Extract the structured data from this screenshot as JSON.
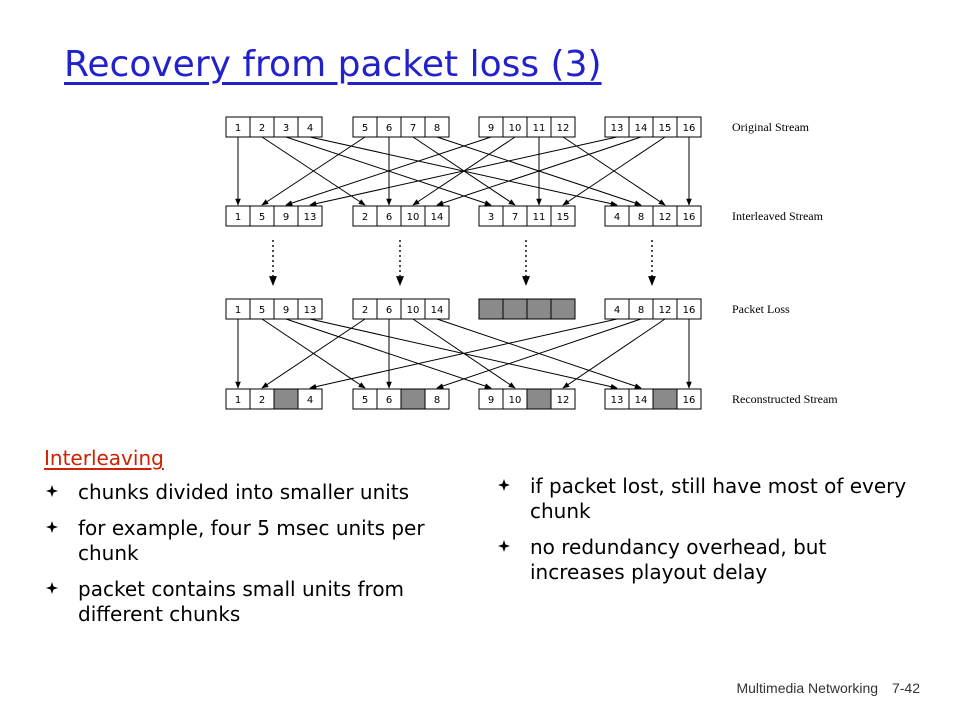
{
  "title": "Recovery from packet loss (3)",
  "colors": {
    "title": "#2222cc",
    "heading": "#cc2200",
    "lost": "#8a8a8a"
  },
  "diagram": {
    "rows": [
      {
        "label": "Original Stream",
        "groups": [
          [
            "1",
            "2",
            "3",
            "4"
          ],
          [
            "5",
            "6",
            "7",
            "8"
          ],
          [
            "9",
            "10",
            "11",
            "12"
          ],
          [
            "13",
            "14",
            "15",
            "16"
          ]
        ]
      },
      {
        "label": "Interleaved Stream",
        "groups": [
          [
            "1",
            "5",
            "9",
            "13"
          ],
          [
            "2",
            "6",
            "10",
            "14"
          ],
          [
            "3",
            "7",
            "11",
            "15"
          ],
          [
            "4",
            "8",
            "12",
            "16"
          ]
        ]
      },
      {
        "label": "Packet Loss",
        "groups": [
          [
            "1",
            "5",
            "9",
            "13"
          ],
          [
            "2",
            "6",
            "10",
            "14"
          ],
          [
            "",
            "",
            "",
            ""
          ],
          [
            "4",
            "8",
            "12",
            "16"
          ]
        ],
        "lost": [
          [
            2,
            0
          ],
          [
            2,
            1
          ],
          [
            2,
            2
          ],
          [
            2,
            3
          ]
        ]
      },
      {
        "label": "Reconstructed Stream",
        "groups": [
          [
            "1",
            "2",
            "",
            "4"
          ],
          [
            "5",
            "6",
            "",
            "8"
          ],
          [
            "9",
            "10",
            "",
            "12"
          ],
          [
            "13",
            "14",
            "",
            "16"
          ]
        ],
        "lost": [
          [
            0,
            2
          ],
          [
            1,
            2
          ],
          [
            2,
            2
          ],
          [
            3,
            2
          ]
        ]
      }
    ]
  },
  "left": {
    "heading": "Interleaving",
    "bullets": [
      "chunks divided into smaller units",
      "for example, four 5 msec units per chunk",
      "packet contains small units from different chunks"
    ]
  },
  "right": {
    "bullets": [
      "if packet lost, still have most of every chunk",
      "no redundancy overhead, but increases playout delay"
    ]
  },
  "footer": {
    "section": "Multimedia Networking",
    "page": "7-42"
  }
}
